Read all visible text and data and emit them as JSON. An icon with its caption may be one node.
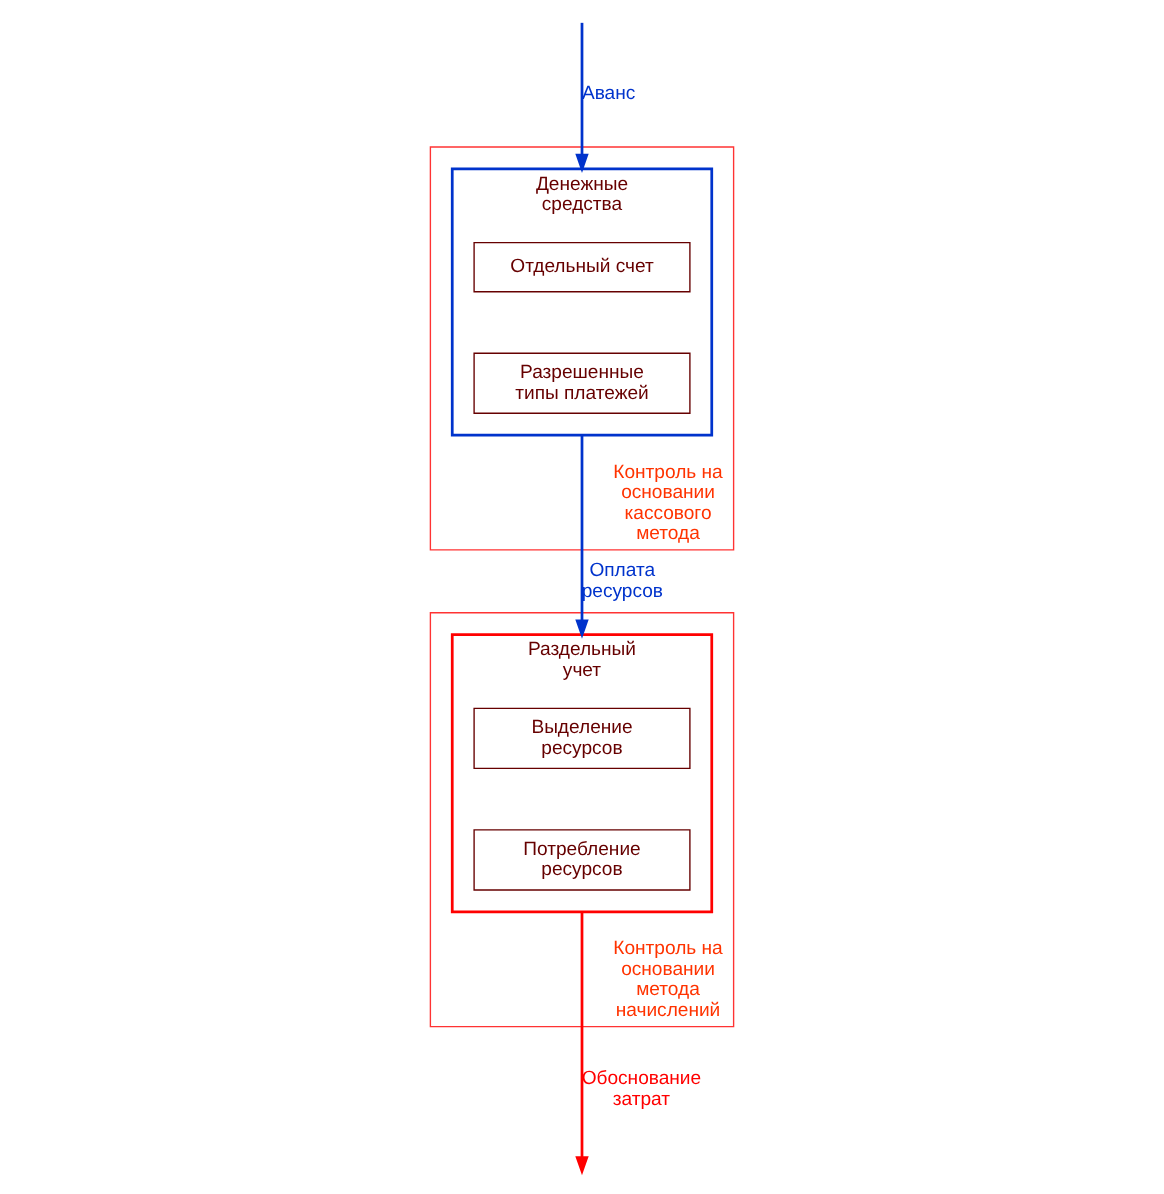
{
  "diagram": {
    "nodes": [
      {
        "text": [
          "Контроль на основании кассового метода"
        ]
      },
      {
        "text": [
          "Денежные средства"
        ],
        "in": 0
      },
      {
        "text": [
          "Отдельный счет"
        ],
        "in": 1
      },
      {
        "text": [
          "Разрешенные типы платежей"
        ],
        "in": 1
      },
      {
        "text": [
          "Контроль на основании метода начислений"
        ]
      },
      {
        "text": [
          "Раздельный учет"
        ],
        "in": 4
      },
      {
        "text": [
          "Выделение ресурсов"
        ],
        "in": 5
      },
      {
        "text": [
          "Потребление ресурсов"
        ],
        "in": 5
      }
    ],
    "edges": [
      {
        "from": null,
        "to": 1,
        "arrow": "to",
        "label": "Аванс",
        "color": "#0033cc"
      },
      {
        "from": 1,
        "to": 5,
        "arrow": "to",
        "label": "Оплата ресурсов",
        "color": "#0033cc"
      },
      {
        "from": 5,
        "to": null,
        "arrow": "to",
        "label": "Обоснование затрат",
        "color": "#ff0000"
      }
    ]
  }
}
